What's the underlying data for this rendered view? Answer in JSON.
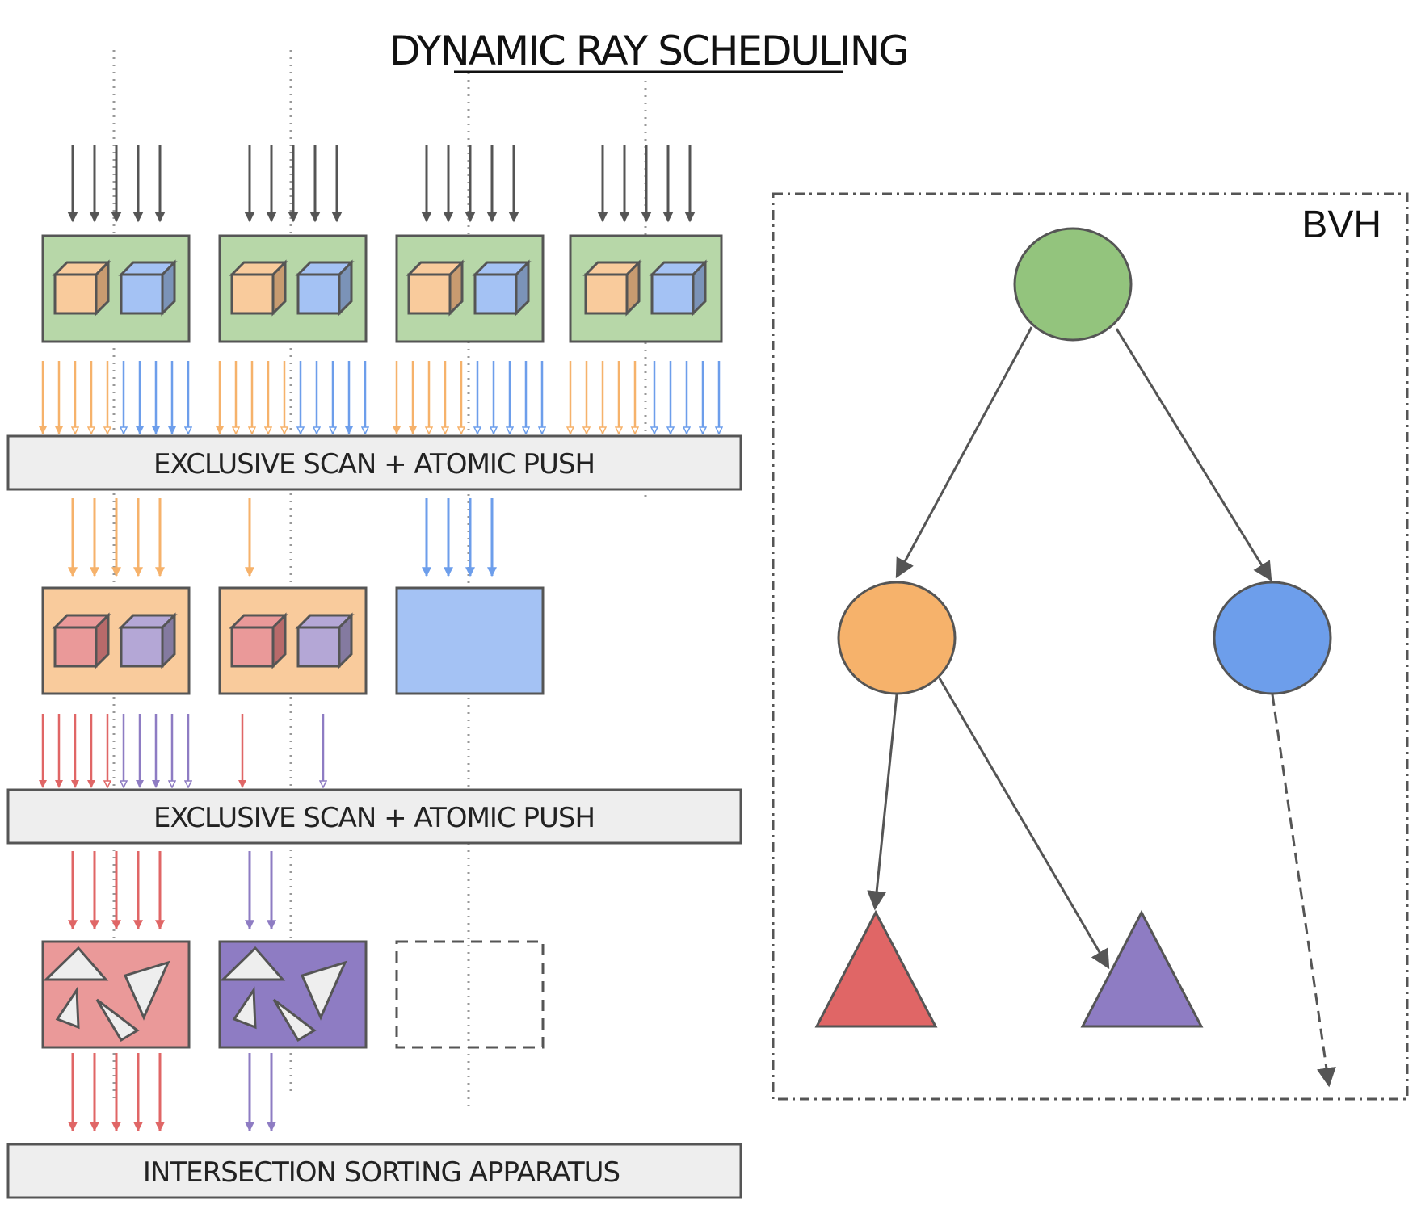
{
  "title": "DYNAMIC RAY SCHEDULING",
  "bars": {
    "scan_push_1": "EXCLUSIVE SCAN + ATOMIC PUSH",
    "scan_push_2": "EXCLUSIVE SCAN + ATOMIC PUSH",
    "sorting": "INTERSECTION SORTING APPARATUS"
  },
  "bvh": {
    "label": "BVH"
  },
  "colors": {
    "gray_arrow": "#555555",
    "green_fill": "#b7d7a8",
    "green_node": "#93c47d",
    "orange": "#f6b26b",
    "orange_fill": "#f9cb9c",
    "orange_cube": "#f9cb9c",
    "blue": "#6d9eeb",
    "blue_fill": "#a4c2f4",
    "red": "#e06666",
    "red_fill": "#ea9999",
    "purple": "#8e7cc3",
    "purple_fill": "#b4a7d6",
    "bar_fill": "#eeeeee",
    "border": "#555555",
    "triangle_fill": "#eeeeee"
  }
}
